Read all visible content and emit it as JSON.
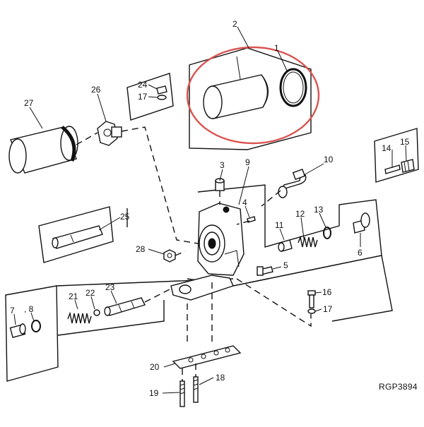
{
  "diagram": {
    "reference_code": "RGP3894",
    "highlight_color": "#d9534f",
    "part_labels": {
      "p1": "1",
      "p2": "2",
      "p3": "3",
      "p4": "4",
      "p5": "5",
      "p6": "6",
      "p7": "7",
      "p8": ", 8",
      "p9": "9",
      "p10": "10",
      "p11": "11",
      "p12": "12",
      "p13": "13",
      "p14": "14",
      "p15": "15",
      "p16": "16",
      "p17a": "17",
      "p17b": "17",
      "p18": "18",
      "p19": "19",
      "p20": "20",
      "p21": "21",
      "p22": "22",
      "p23": "23",
      "p24": "24",
      "p25": "25",
      "p26": "26",
      "p27": "27",
      "p28": "28"
    }
  }
}
